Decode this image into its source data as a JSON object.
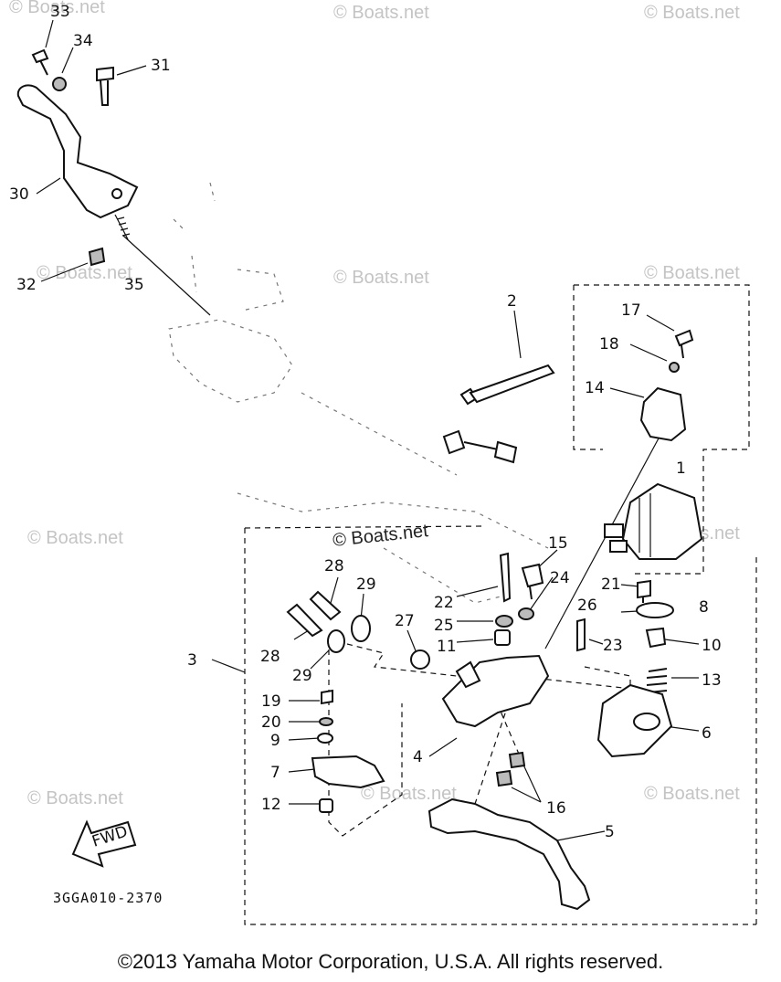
{
  "diagram": {
    "code": "3GGA010-2370",
    "fwd_label": "FWD",
    "watermark": "© Boats.net",
    "watermark_center": "© Boats.net",
    "part_labels": {
      "p1": "1",
      "p2": "2",
      "p3": "3",
      "p4": "4",
      "p5": "5",
      "p6": "6",
      "p7": "7",
      "p8": "8",
      "p9": "9",
      "p10": "10",
      "p11": "11",
      "p12": "12",
      "p13": "13",
      "p14": "14",
      "p15": "15",
      "p16": "16",
      "p17": "17",
      "p18": "18",
      "p19": "19",
      "p20": "20",
      "p21": "21",
      "p22": "22",
      "p23": "23",
      "p24": "24",
      "p25": "25",
      "p26": "26",
      "p27": "27",
      "p28a": "28",
      "p28b": "28",
      "p29a": "29",
      "p29b": "29",
      "p30": "30",
      "p31": "31",
      "p32": "32",
      "p33": "33",
      "p34": "34",
      "p35": "35"
    }
  },
  "footer": {
    "copyright": "©2013 Yamaha Motor Corporation, U.S.A. All rights reserved."
  }
}
